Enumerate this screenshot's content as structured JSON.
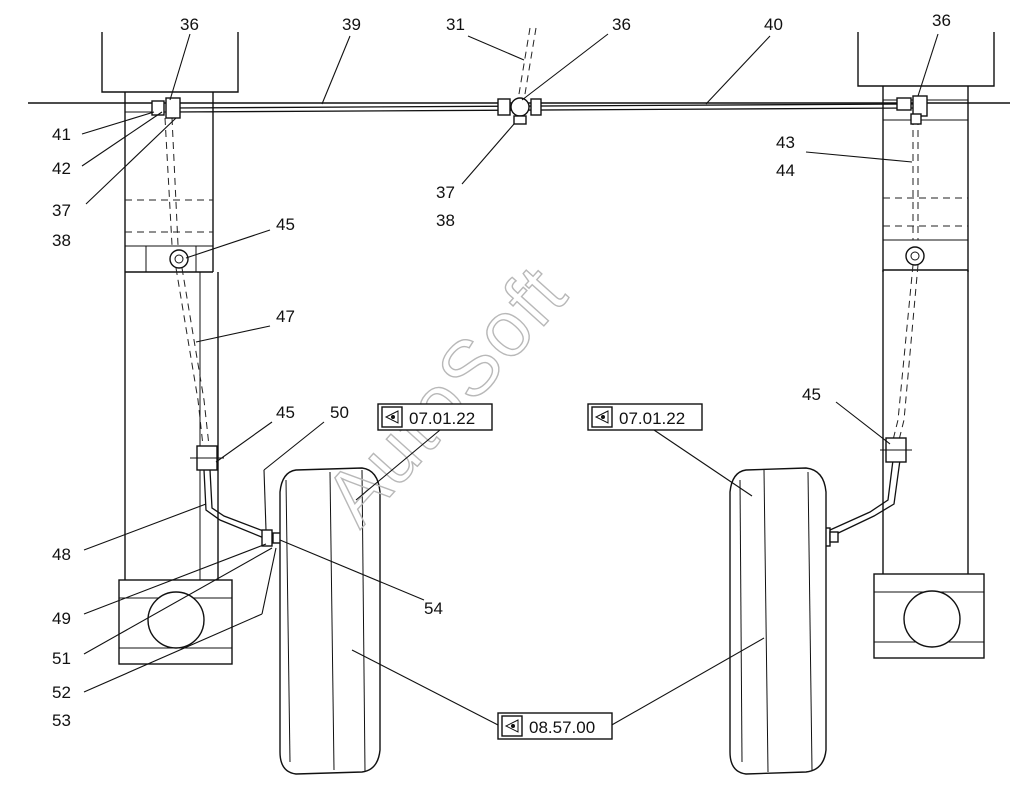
{
  "watermark": "AutoSoft",
  "callouts": {
    "c31": "31",
    "c36a": "36",
    "c36b": "36",
    "c36c": "36",
    "c39": "39",
    "c40": "40",
    "c41": "41",
    "c42": "42",
    "c37a": "37",
    "c38a": "38",
    "c37b": "37",
    "c38b": "38",
    "c43": "43",
    "c44": "44",
    "c45a": "45",
    "c45b": "45",
    "c45c": "45",
    "c47": "47",
    "c48": "48",
    "c49": "49",
    "c50": "50",
    "c51": "51",
    "c52": "52",
    "c53": "53",
    "c54": "54"
  },
  "references": {
    "ref_left": "07.01.22",
    "ref_right": "07.01.22",
    "ref_bottom": "08.57.00"
  },
  "icons": {
    "reference": "eye-reference-icon"
  }
}
